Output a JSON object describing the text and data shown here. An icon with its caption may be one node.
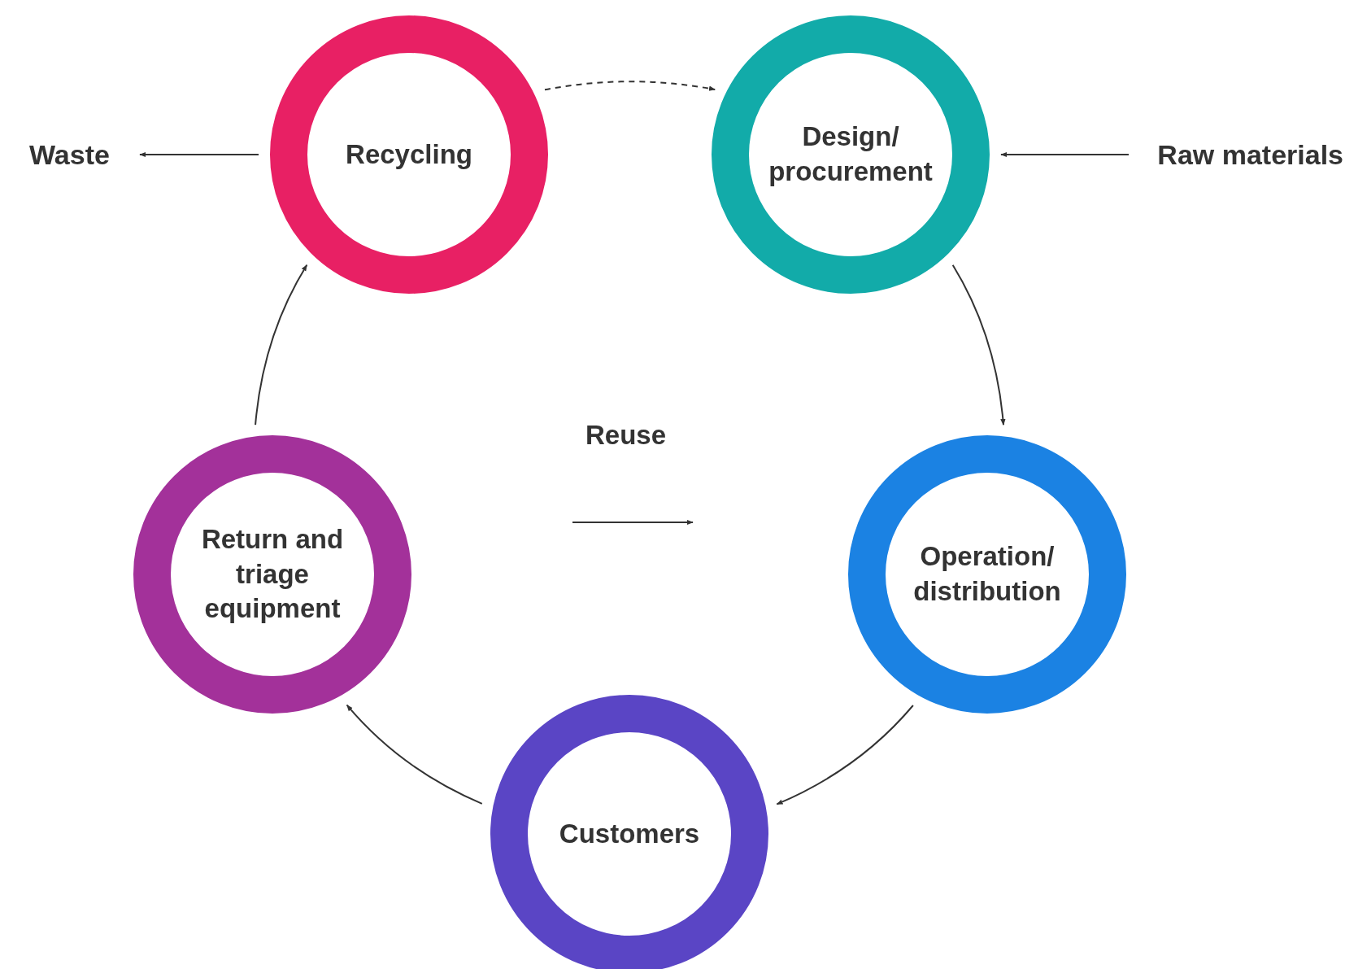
{
  "diagram": {
    "nodes": [
      {
        "text": [
          "Waste"
        ]
      },
      {
        "text": [
          "Recycling"
        ]
      },
      {
        "text": [
          "Design/ procurement"
        ]
      },
      {
        "text": [
          "Raw materials"
        ]
      },
      {
        "text": [
          "Return and triage equipment"
        ]
      },
      {
        "text": [
          "Operation/ distribution"
        ]
      },
      {
        "text": [
          "Customers"
        ]
      }
    ],
    "edges": [
      {
        "from": 1,
        "to": 2,
        "arrow": "to",
        "style": "dashed"
      },
      {
        "from": 2,
        "to": 5,
        "arrow": "to"
      },
      {
        "from": 5,
        "to": 6,
        "arrow": "to"
      },
      {
        "from": 6,
        "to": 4,
        "arrow": "to"
      },
      {
        "from": 4,
        "to": 1,
        "arrow": "to"
      },
      {
        "from": 1,
        "to": 0,
        "arrow": "to"
      },
      {
        "from": 3,
        "to": 2,
        "arrow": "to"
      }
    ],
    "labels": [
      "Reuse"
    ]
  }
}
